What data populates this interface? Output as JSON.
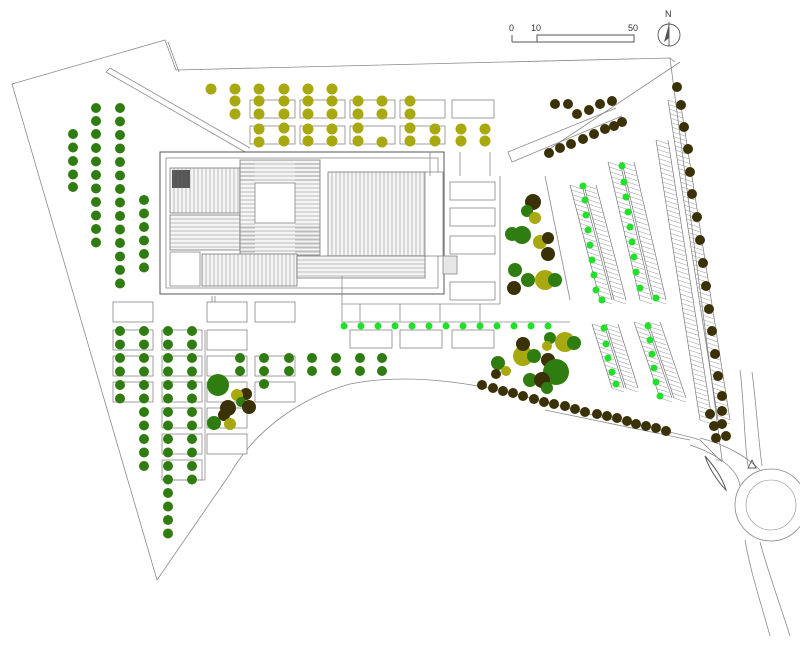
{
  "scale_bar": {
    "labels": [
      "0",
      "10",
      "50"
    ]
  },
  "north_arrow": {
    "label": "N"
  },
  "colors": {
    "tree_dark_green": "#2f7d10",
    "tree_olive": "#a7a90e",
    "tree_dark_brown": "#3a3206",
    "tree_bright_green": "#22e02a",
    "line": "#8a8a8a",
    "building_line": "#666666"
  }
}
